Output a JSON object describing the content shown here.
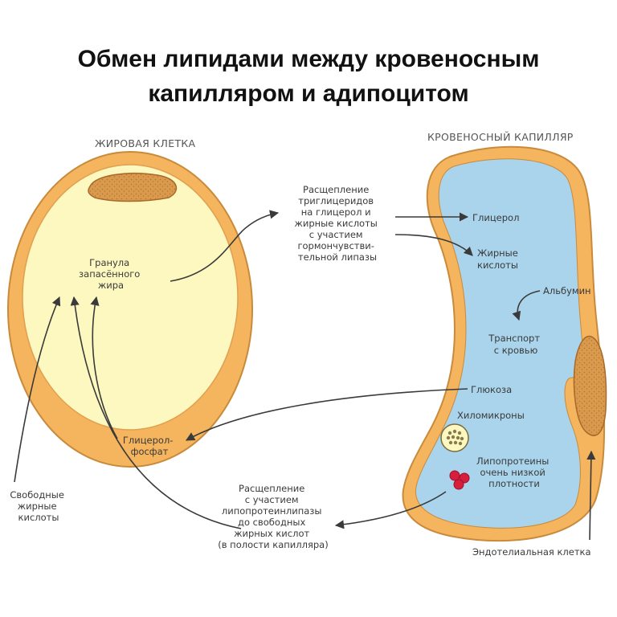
{
  "title": {
    "line1": "Обмен липидами между кровеносным",
    "line2": "капилляром и адипоцитом"
  },
  "colors": {
    "cell_wall": "#f5b45e",
    "cell_interior": "#fdf7c0",
    "nucleus": "#c98a3b",
    "capillary_interior": "#a9d4ec",
    "arrow": "#3a3a3a",
    "lipoprotein": "#d61f3c"
  },
  "labels": {
    "fat_cell": "ЖИРОВАЯ КЛЕТКА",
    "capillary": "КРОВЕНОСНЫЙ КАПИЛЛЯР",
    "granule": [
      "Гранула",
      "запасённого",
      "жира"
    ],
    "hydrolysis": [
      "Расщепление",
      "триглицеридов",
      "на глицерол и",
      "жирные кислоты",
      "с участием",
      "гормончувстви-",
      "тельной липазы"
    ],
    "glycerol": "Глицерол",
    "fatty_acids": [
      "Жирные",
      "кислоты"
    ],
    "albumin": "Альбумин",
    "transport": [
      "Транспорт",
      "с кровью"
    ],
    "glucose": "Глюкоза",
    "chylomicrons": "Хиломикроны",
    "vldl": [
      "Липопротеины",
      "очень низкой",
      "плотности"
    ],
    "glycerol_phosphate": [
      "Глицерол-",
      "фосфат"
    ],
    "free_fa": [
      "Свободные",
      "жирные",
      "кислоты"
    ],
    "lpl": [
      "Расщепление",
      "с участием",
      "липопротеинлипазы",
      "до свободных",
      "жирных кислот",
      "(в полости капилляра)"
    ],
    "endothelial": "Эндотелиальная клетка"
  }
}
